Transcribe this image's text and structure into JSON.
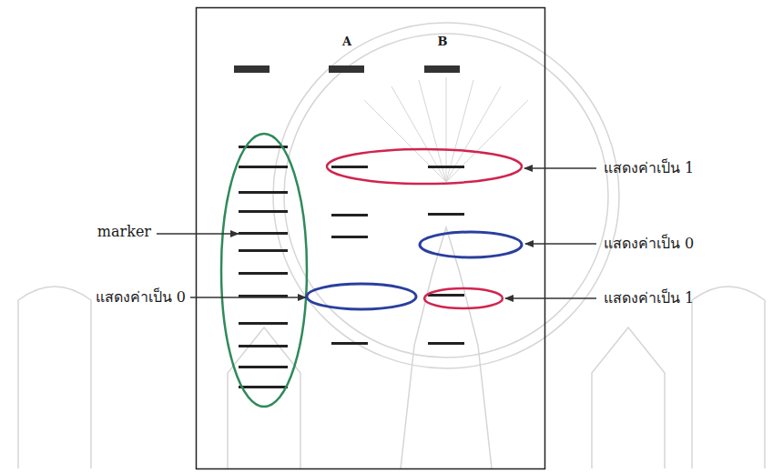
{
  "diagram": {
    "labels": [
      "A",
      "B",
      "แสดงค่าเป็น 1",
      "marker",
      "แสดงค่าเป็น 0",
      "แสดงค่าเป็น 0",
      "แสดงค่าเป็น 1"
    ]
  }
}
